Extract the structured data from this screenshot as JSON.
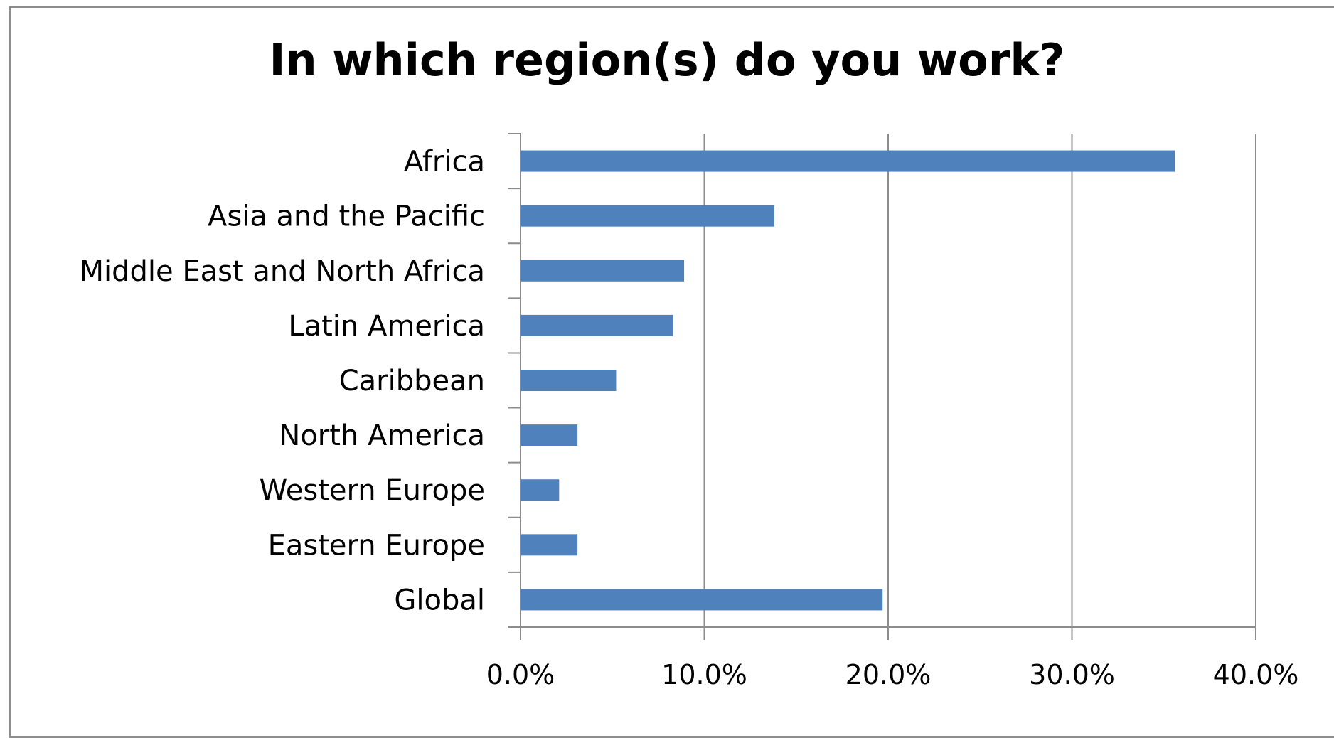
{
  "chart_data": {
    "type": "bar",
    "orientation": "horizontal",
    "title": "In which region(s) do you work?",
    "xlabel": "",
    "ylabel": "",
    "categories": [
      "Africa",
      "Asia and the Pacific",
      "Middle East and North Africa",
      "Latin America",
      "Caribbean",
      "North America",
      "Western Europe",
      "Eastern Europe",
      "Global"
    ],
    "values": [
      35.6,
      13.8,
      8.9,
      8.3,
      5.2,
      3.1,
      2.1,
      3.1,
      19.7
    ],
    "xlim": [
      0,
      40
    ],
    "xticks": [
      0,
      10,
      20,
      30,
      40
    ],
    "tick_labels": [
      "0.0%",
      "10.0%",
      "20.0%",
      "30.0%",
      "40.0%"
    ],
    "grid": "vertical major gridlines",
    "legend": "none",
    "bar_color": "#4f81bd",
    "grid_color": "#8c8c8c"
  }
}
